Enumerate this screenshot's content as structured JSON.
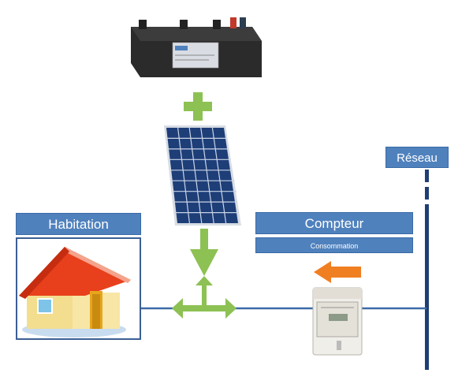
{
  "labels": {
    "habitation": "Habitation",
    "compteur": "Compteur",
    "consommation": "Consommation",
    "reseau": "Réseau"
  },
  "colors": {
    "label_bg": "#4f81bd",
    "line": "#3b6aa8",
    "green_arrow": "#8dc153",
    "orange_arrow": "#f07f22",
    "roof": "#e8401c",
    "wall": "#f7e6a6",
    "grid_line": "#1f3f73"
  },
  "icons": [
    "battery-icon",
    "plus-icon",
    "solar-panel-icon",
    "house-icon",
    "electric-meter-icon",
    "orange-left-arrow-icon",
    "green-down-arrow-icon"
  ]
}
